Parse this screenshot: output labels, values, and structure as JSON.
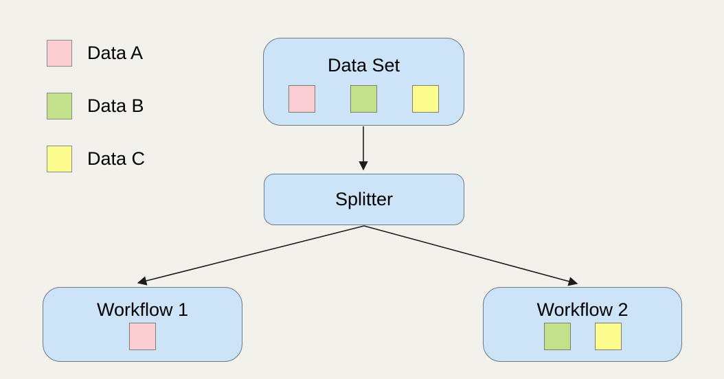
{
  "canvas": {
    "background": "#f3f1ec"
  },
  "colors": {
    "data_a": "#f9cdd2",
    "data_b": "#c3e08b",
    "data_c": "#fbfb8e",
    "node_fill": "#cde3f8",
    "node_border": "#6b7886",
    "arrow": "#1c1c1c",
    "text": "#000000"
  },
  "legend": {
    "items": [
      {
        "label": "Data A",
        "color": "data_a"
      },
      {
        "label": "Data B",
        "color": "data_b"
      },
      {
        "label": "Data C",
        "color": "data_c"
      }
    ]
  },
  "diagram": {
    "nodes": {
      "data_set": {
        "title": "Data Set",
        "items": [
          "Data A",
          "Data B",
          "Data C"
        ]
      },
      "splitter": {
        "title": "Splitter",
        "items": []
      },
      "workflow_1": {
        "title": "Workflow 1",
        "items": [
          "Data A"
        ]
      },
      "workflow_2": {
        "title": "Workflow 2",
        "items": [
          "Data B",
          "Data C"
        ]
      }
    },
    "edges": [
      {
        "from": "Data Set",
        "to": "Splitter"
      },
      {
        "from": "Splitter",
        "to": "Workflow 1"
      },
      {
        "from": "Splitter",
        "to": "Workflow 2"
      }
    ]
  }
}
